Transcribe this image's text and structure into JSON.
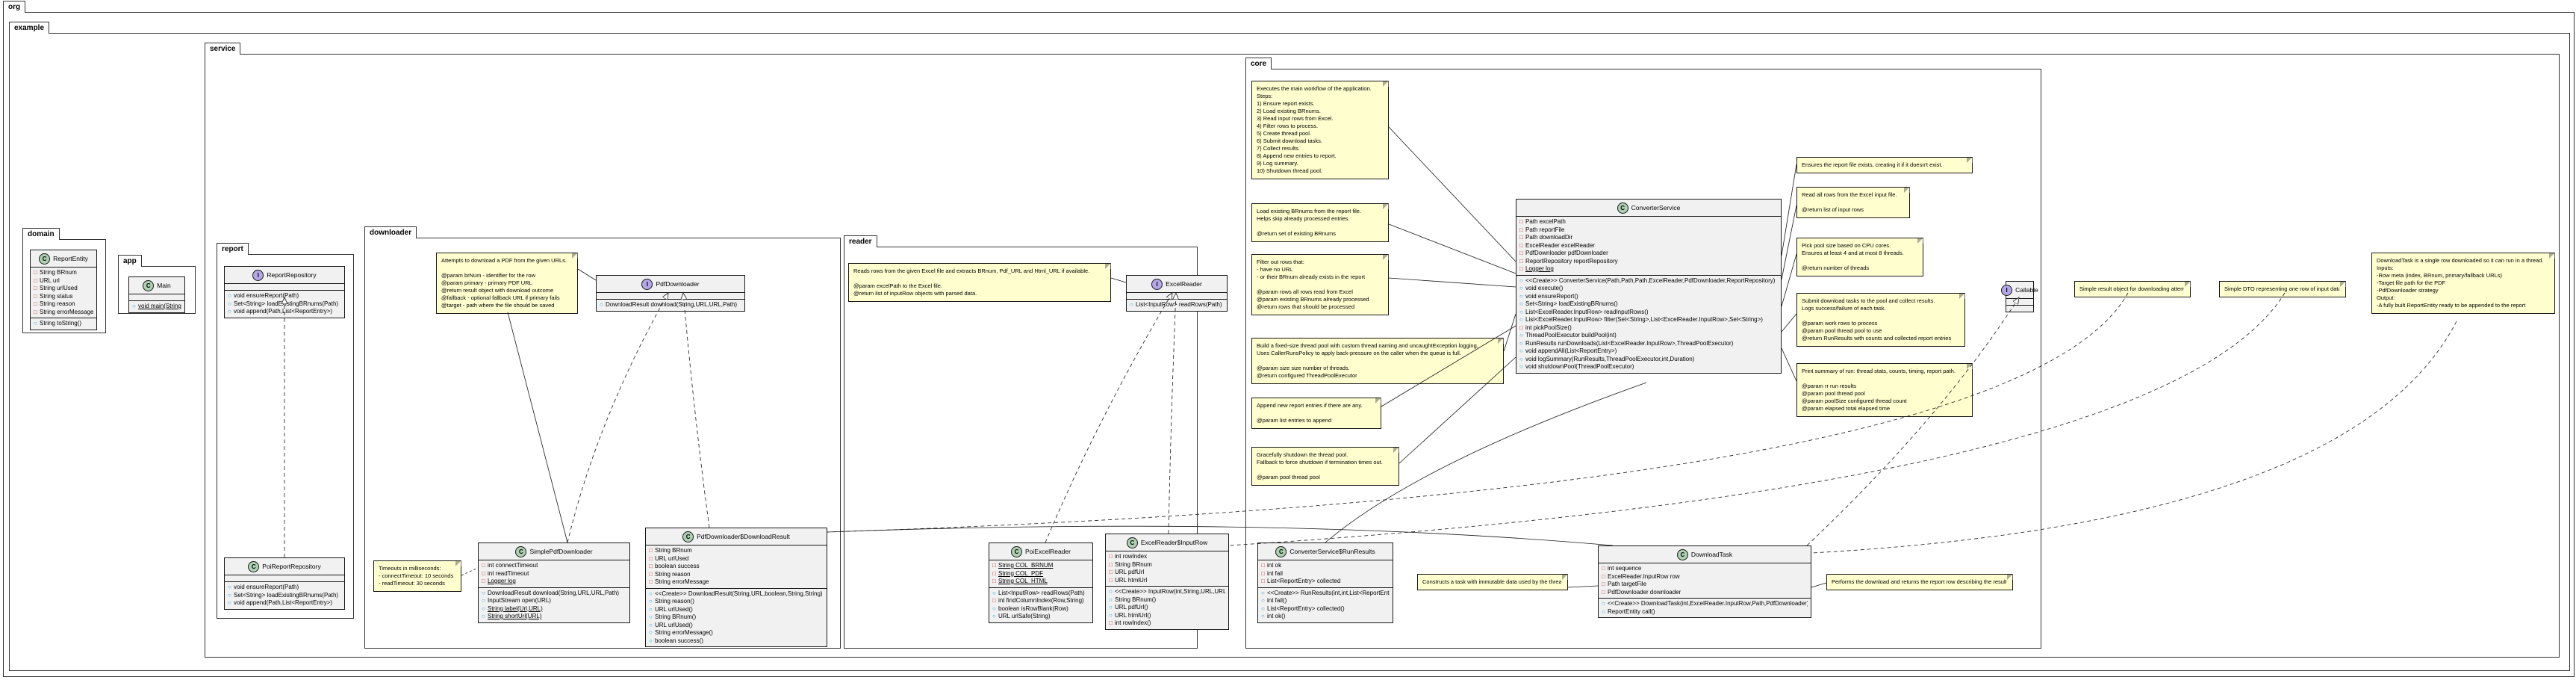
{
  "packages": {
    "org": "org",
    "example": "example",
    "domain": "domain",
    "app": "app",
    "service": "service",
    "report": "report",
    "downloader": "downloader",
    "reader": "reader",
    "core": "core"
  },
  "classes": {
    "report_entity": {
      "name": "ReportEntity",
      "kind": "C",
      "fields": [
        "String BRnum",
        "URL url",
        "String urlUsed",
        "String status",
        "String reason",
        "String errorMessage"
      ],
      "methods": [
        "String toString()"
      ]
    },
    "main": {
      "name": "Main",
      "kind": "C",
      "fields": [],
      "methods": [
        "void main(String[])"
      ]
    },
    "report_repository": {
      "name": "ReportRepository",
      "kind": "I",
      "fields": [],
      "methods": [
        "void ensureReport(Path)",
        "Set<String> loadExistingBRnums(Path)",
        "void append(Path,List<ReportEntry>)"
      ]
    },
    "poi_report_repository": {
      "name": "PoiReportRepository",
      "kind": "C",
      "fields": [],
      "methods": [
        "void ensureReport(Path)",
        "Set<String> loadExistingBRnums(Path)",
        "void append(Path,List<ReportEntry>)"
      ]
    },
    "pdf_downloader": {
      "name": "PdfDownloader",
      "kind": "I",
      "fields": [],
      "methods": [
        "DownloadResult download(String,URL,URL,Path)"
      ]
    },
    "simple_pdf_downloader": {
      "name": "SimplePdfDownloader",
      "kind": "C",
      "fields": [
        "int connectTimeout",
        "int readTimeout",
        "Logger log"
      ],
      "methods": [
        "DownloadResult download(String,URL,URL,Path)",
        "InputStream open(URL)",
        "String label(Url,URL)",
        "String shortUrl(URL)"
      ]
    },
    "download_result": {
      "name": "PdfDownloader$DownloadResult",
      "kind": "C",
      "fields": [
        "String BRnum",
        "URL urlUsed",
        "boolean success",
        "String reason",
        "String errorMessage"
      ],
      "methods": [
        "<<Create>> DownloadResult(String,URL,boolean,String,String)",
        "String reason()",
        "URL urlUsed()",
        "String BRnum()",
        "URL urlUsed()",
        "String errorMessage()",
        "boolean success()"
      ]
    },
    "excel_reader": {
      "name": "ExcelReader",
      "kind": "I",
      "fields": [],
      "methods": [
        "List<InputRow> readRows(Path)"
      ]
    },
    "poi_excel_reader": {
      "name": "PoiExcelReader",
      "kind": "C",
      "fields": [
        "String COL_BRNUM",
        "String COL_PDF",
        "String COL_HTML"
      ],
      "methods": [
        "List<InputRow> readRows(Path)",
        "int findColumnIndex(Row,String)",
        "boolean isRowBlank(Row)",
        "URL urlSafe(String)"
      ]
    },
    "input_row": {
      "name": "ExcelReader$InputRow",
      "kind": "C",
      "fields": [
        "int rowIndex",
        "String BRnum",
        "URL pdfUrl",
        "URL htmlUrl"
      ],
      "methods": [
        "<<Create>> InputRow(int,String,URL,URL)",
        "String BRnum()",
        "URL pdfUrl()",
        "URL htmlUrl()",
        "int rowIndex()"
      ]
    },
    "converter_service": {
      "name": "ConverterService",
      "kind": "C",
      "fields": [
        "Path excelPath",
        "Path reportFile",
        "Path downloadDir",
        "ExcelReader excelReader",
        "PdfDownloader pdfDownloader",
        "ReportRepository reportRepository",
        "Logger log"
      ],
      "methods": [
        "<<Create>> ConverterService(Path,Path,Path,ExcelReader,PdfDownloader,ReportRepository)",
        "void execute()",
        "void ensureReport()",
        "Set<String> loadExistingBRnums()",
        "List<ExcelReader.InputRow> readInputRows()",
        "List<ExcelReader.InputRow> filter(Set<String>,List<ExcelReader.InputRow>,Set<String>)",
        "int pickPoolSize()",
        "ThreadPoolExecutor buildPool(int)",
        "RunResults runDownloads(List<ExcelReader.InputRow>,ThreadPoolExecutor)",
        "void appendAll(List<ReportEntry>)",
        "void logSummary(RunResults,ThreadPoolExecutor,int,Duration)",
        "void shutdownPool(ThreadPoolExecutor)"
      ]
    },
    "run_results": {
      "name": "ConverterService$RunResults",
      "kind": "C",
      "fields": [
        "int ok",
        "int fail",
        "List<ReportEntry> collected"
      ],
      "methods": [
        "<<Create>> RunResults(int,int,List<ReportEntry>)",
        "int fail()",
        "List<ReportEntry> collected()",
        "int ok()"
      ]
    },
    "download_task": {
      "name": "DownloadTask",
      "kind": "C",
      "fields": [
        "int sequence",
        "ExcelReader.InputRow row",
        "Path targetFile",
        "PdfDownloader downloader"
      ],
      "methods": [
        "<<Create>> DownloadTask(int,ExcelReader.InputRow,Path,PdfDownloader)",
        "ReportEntity call()"
      ]
    },
    "callable": {
      "name": "Callable",
      "kind": "I",
      "fields": [],
      "methods": []
    }
  },
  "notes": {
    "n_pdf": [
      "Attempts to download a PDF from the given URLs.",
      "",
      "@param brNum   - identifier for the row",
      "@param primary - primary PDF URL",
      "@return result object with download outcome",
      "@fallback - optional fallback URL if primary fails",
      "@target - path where the file should be saved"
    ],
    "n_timeout": [
      "Timeouts in milliseconds:",
      "- connectTimeout: 10 seconds",
      "- readTimeout: 30 seconds"
    ],
    "n_reader": [
      "Reads rows from the given Excel file and extracts BRnum, Pdf_URL and Html_URL if available.",
      "",
      "@param excelPath to the Excel file.",
      "@return list of inputRow objects with parsed data."
    ],
    "n_execute": [
      "Executes the main workflow of the application.",
      "Steps:",
      "1) Ensure report exists.",
      "2) Load existing BRnums.",
      "3) Read input rows from Excel.",
      "4) Filter rows to process.",
      "5) Create thread pool.",
      "6) Submit download tasks.",
      "7) Collect results.",
      "8) Append new entries to report.",
      "9) Log summary.",
      "10) Shutdown thread pool."
    ],
    "n_load": [
      "Load existing BRnums from the report file.",
      "Helps skip already processed entries.",
      "",
      "@return set of existing BRnums"
    ],
    "n_filter": [
      "Filter out rows that:",
      "- have no URL",
      "- or their BRnum already exists in the report",
      "",
      "@param rows     all rows read from Excel",
      "@param existing BRnums already processed",
      "@return rows that should be processed"
    ],
    "n_pool": [
      "Build a fixed-size thread pool with custom thread naming and uncaughtException logging.",
      "Uses CallerRunsPolicy to apply back-pressure on the caller when the queue is full.",
      "",
      "@param size size number of threads.",
      "@return configured ThreadPoolExecutor"
    ],
    "n_append": [
      "Append new report entries if there are any.",
      "",
      "@param list entries to append"
    ],
    "n_shutdown": [
      "Gracefully shutdown the thread pool.",
      "Fallback to force shutdown if termination times out.",
      "",
      "@param pool thread pool"
    ],
    "n_ensure": [
      "Ensures the report file exists, creating it if it doesn't exist."
    ],
    "n_read": [
      "Read all rows from the Excel input file.",
      "",
      "@return list of input rows"
    ],
    "n_picksize": [
      "Pick pool size based on CPU cores.",
      "Ensures at least 4 and at most 8 threads.",
      "",
      "@return number of threads"
    ],
    "n_submit": [
      "Submit download tasks to the pool and collect results.",
      "Logs success/failure of each task.",
      "",
      "@param work rows to process",
      "@param pool thread pool to use",
      "@return RunResults with counts and collected report entries"
    ],
    "n_summary": [
      "Print summary of run: thread stats, counts, timing, report path.",
      "",
      "@param rr       run results",
      "@param pool     thread pool",
      "@param poolSize configured thread count",
      "@param elapsed  total elapsed time"
    ],
    "n_task_ctor": [
      "Constructs a task with immutable data used by the thread."
    ],
    "n_task_call": [
      "Performs the download and returns the report row describing the result."
    ],
    "n_result": [
      "Simple result object for downloading attempt."
    ],
    "n_dto": [
      "Simple DTO representing one row of input data."
    ],
    "n_task": [
      "DownloadTask is a single row downloaded so it can run in a thread.",
      "Inputs:",
      "-Row meta (index, BRnum, primary/fallback URLs)",
      "-Target file path for the PDF",
      "-PdfDownloader strategy",
      "Output:",
      "-A fully built ReportEntity ready to be appended to the report"
    ]
  }
}
